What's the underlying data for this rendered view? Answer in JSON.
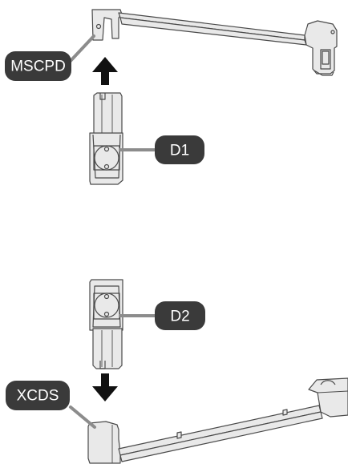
{
  "diagram": {
    "labels": {
      "top_rail": "MSCPD",
      "top_clip": "D1",
      "bottom_clip": "D2",
      "bottom_rail": "XCDS"
    },
    "arrows": [
      {
        "name": "up-arrow",
        "direction": "up"
      },
      {
        "name": "down-arrow",
        "direction": "down"
      }
    ],
    "colors": {
      "label_fill": "#3a3a3a",
      "label_text": "#ffffff",
      "leader_line": "#8c8c8c",
      "part_fill": "#e9e9e9",
      "part_outline": "#4a4a4a",
      "arrow_fill": "#111111"
    }
  }
}
